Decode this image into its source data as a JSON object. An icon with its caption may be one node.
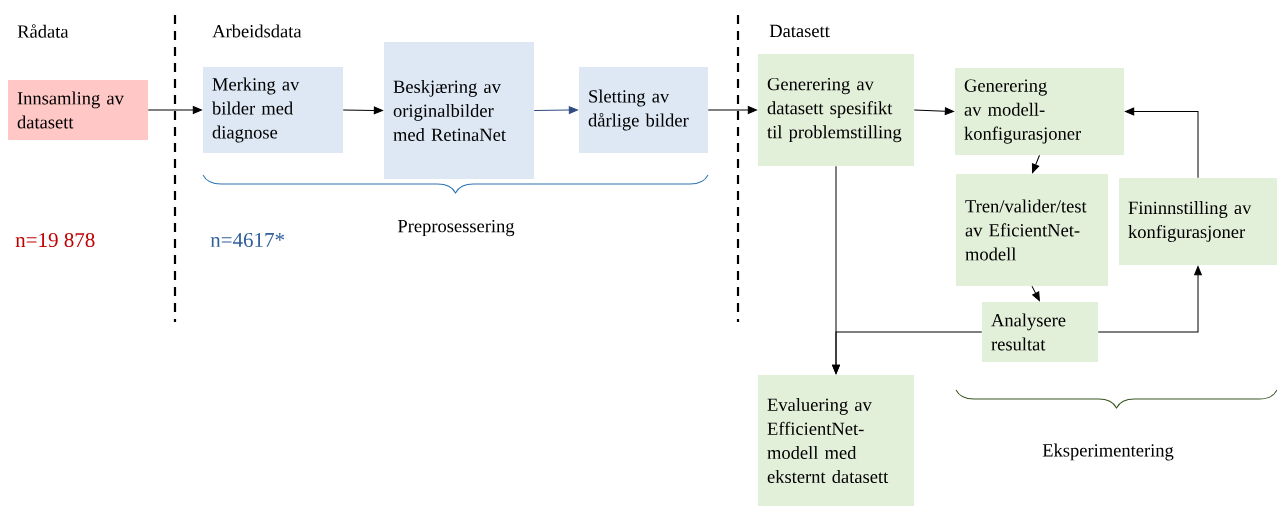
{
  "diagram": {
    "nodes": [
      {
        "text": [
          "Innsamling av datasett"
        ]
      },
      {
        "text": [
          "Merking av bilder med diagnose"
        ]
      },
      {
        "text": [
          "Beskjæring av originalbilder med RetinaNet"
        ]
      },
      {
        "text": [
          "Sletting av dårlige bilder"
        ]
      },
      {
        "text": [
          "Generering av datasett spesifikt til problemstilling"
        ]
      },
      {
        "text": [
          "Generering av modell-konfigurasjoner"
        ]
      },
      {
        "text": [
          "Tren/valider/test av EficientNet-modell"
        ]
      },
      {
        "text": [
          "Fininnstilling av konfigurasjoner"
        ]
      },
      {
        "text": [
          "Analysere resultat"
        ]
      },
      {
        "text": [
          "Evaluering av EfficientNet-modell med eksternt datasett"
        ]
      }
    ],
    "edges": [
      {
        "from": 0,
        "to": 1,
        "arrow": "to"
      },
      {
        "from": 1,
        "to": 2,
        "arrow": "to"
      },
      {
        "from": 2,
        "to": 3,
        "arrow": "to",
        "color": "#2f4a80"
      },
      {
        "from": 3,
        "to": 4,
        "arrow": "to"
      },
      {
        "from": 4,
        "to": 5,
        "arrow": "to"
      },
      {
        "from": 5,
        "to": 6,
        "arrow": "to"
      },
      {
        "from": 6,
        "to": 8,
        "arrow": "to"
      },
      {
        "from": 8,
        "to": 7,
        "arrow": "to"
      },
      {
        "from": 7,
        "to": 5,
        "arrow": "to"
      },
      {
        "from": 4,
        "to": 9,
        "arrow": "to"
      },
      {
        "from": 8,
        "to": 9,
        "arrow": "to"
      }
    ],
    "labels": [
      "Rådata",
      "Arbeidsdata",
      "Datasett",
      "n=19 878",
      "n=4617*",
      "Preprosessering",
      "Eksperimentering"
    ]
  }
}
